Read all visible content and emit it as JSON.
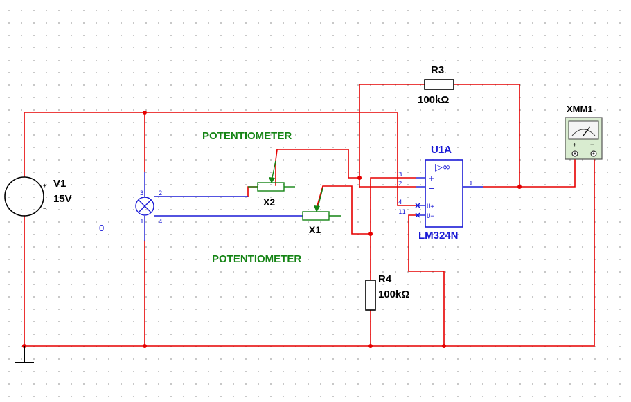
{
  "components": {
    "v1": {
      "name": "V1",
      "value": "15V",
      "plus": "+",
      "minus": "−"
    },
    "r3": {
      "name": "R3",
      "value": "100kΩ"
    },
    "r4": {
      "name": "R4",
      "value": "100kΩ"
    },
    "x1": {
      "name": "X1",
      "caption": "POTENTIOMETER"
    },
    "x2": {
      "name": "X2",
      "caption": "POTENTIOMETER"
    },
    "u1a": {
      "name": "U1A",
      "part": "LM324N",
      "symbol": "▷∞",
      "in_plus": "+",
      "in_minus": "−",
      "vcc_label": "U+",
      "vee_label": "U−"
    },
    "xmm1": {
      "name": "XMM1",
      "plus": "+",
      "minus": "−"
    },
    "switch": {
      "pins": [
        "3",
        "2",
        "1",
        "4"
      ]
    },
    "ground_net": "0"
  },
  "opamp_pins": {
    "p3": "3",
    "p2": "2",
    "p4": "4",
    "p11": "11",
    "p1": "1"
  },
  "colors": {
    "wire": "#e60000",
    "component": "#1a1ad6",
    "pot": "#148414",
    "text": "#000000"
  },
  "icons": {
    "source": "dc-voltage-source-icon",
    "meter": "multimeter-icon",
    "ground": "ground-icon",
    "switch": "crossed-circle-switch-icon"
  }
}
